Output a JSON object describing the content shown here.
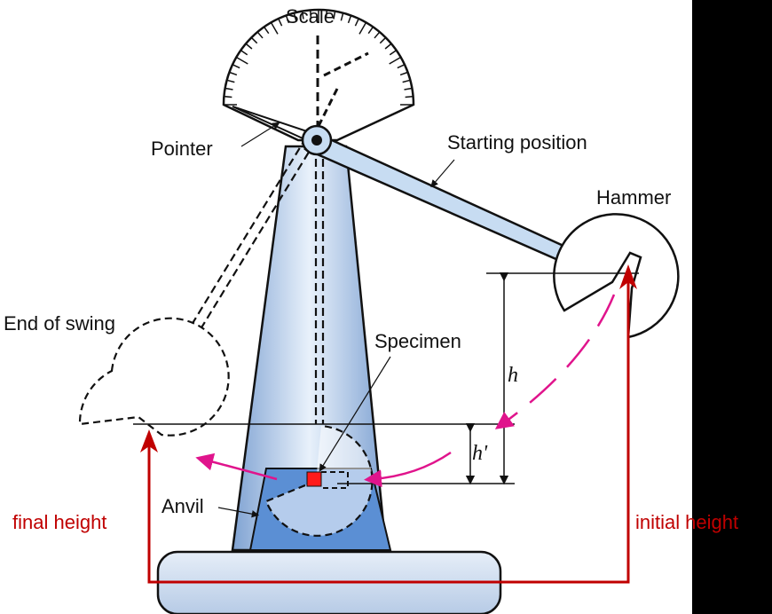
{
  "labels": {
    "scale": "Scale",
    "pointer": "Pointer",
    "starting_position": "Starting position",
    "hammer": "Hammer",
    "end_of_swing": "End of swing",
    "specimen": "Specimen",
    "h": "h",
    "h_prime": "h'",
    "anvil": "Anvil",
    "final_height": "final height",
    "initial_word": "initial",
    "height_word": "height"
  },
  "colors": {
    "background": "#000000",
    "panel": "#ffffff",
    "tower_light": "#d6e6f5",
    "tower_dark": "#8fb0d8",
    "anvil": "#5b8fd4",
    "arrow_red": "#c00000",
    "arc_magenta": "#e0148c",
    "specimen": "#ff1a1a"
  }
}
